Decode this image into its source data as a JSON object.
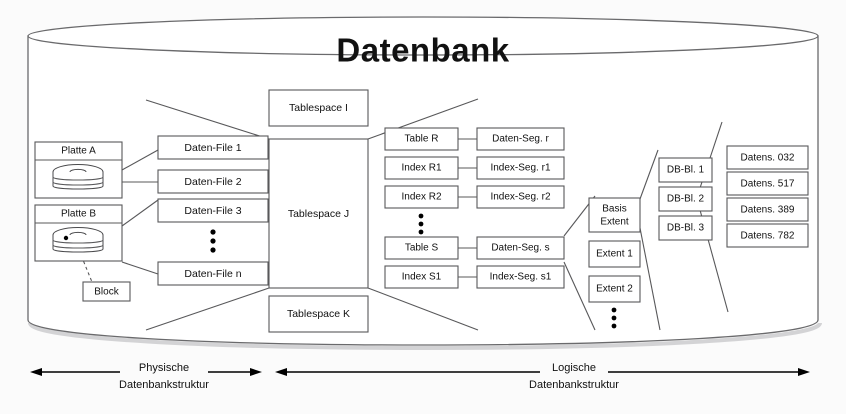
{
  "diagram": {
    "title": "Datenbank",
    "physical": {
      "disks": [
        {
          "label": "Platte A",
          "icon": "disk-stack-icon"
        },
        {
          "label": "Platte B",
          "icon": "disk-stack-icon"
        }
      ],
      "block_label": "Block",
      "data_files": [
        "Daten-File 1",
        "Daten-File 2",
        "Daten-File 3",
        "Daten-File n"
      ],
      "data_files_ellipsis": "vertical-ellipsis"
    },
    "tablespaces": [
      "Tablespace I",
      "Tablespace J",
      "Tablespace K"
    ],
    "logical": {
      "objects": [
        "Table R",
        "Index R1",
        "Index R2",
        "Table S",
        "Index S1"
      ],
      "segments": [
        "Daten-Seg. r",
        "Index-Seg. r1",
        "Index-Seg. r2",
        "Daten-Seg. s",
        "Index-Seg. s1"
      ],
      "objects_ellipsis": "vertical-ellipsis",
      "extents": [
        "Basis Extent",
        "Extent 1",
        "Extent 2"
      ],
      "extents_ellipsis": "vertical-ellipsis",
      "blocks": [
        "DB-Bl. 1",
        "DB-Bl. 2",
        "DB-Bl. 3"
      ],
      "records": [
        "Datens. 032",
        "Datens. 517",
        "Datens. 389",
        "Datens. 782"
      ]
    },
    "legend": {
      "left_line1": "Physische",
      "left_line2": "Datenbankstruktur",
      "right_line1": "Logische",
      "right_line2": "Datenbankstruktur"
    },
    "colors": {
      "stroke": "#58585a",
      "cylinder_stroke": "#6a6a6c",
      "text": "#111111",
      "background": "#fbfbfb"
    }
  }
}
